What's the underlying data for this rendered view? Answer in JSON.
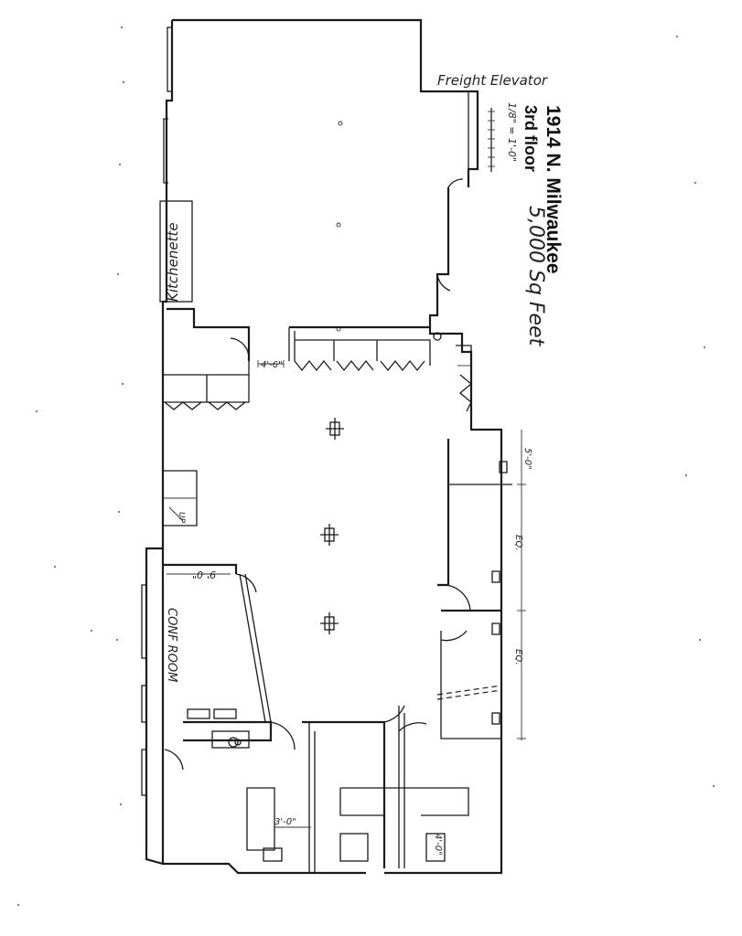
{
  "title": {
    "address": "1914 N. Milwaukee",
    "floor": "3rd floor",
    "area": "5,000 Sq Feet"
  },
  "scale": "1/8\" = 1'-0\"",
  "labels": {
    "freight_elevator": "Freight Elevator",
    "kitchenette": "Kitchenette",
    "conf_room": "CONF ROOM",
    "dim_9_0": "9'-0\"",
    "dim_4_6": "4'-6\"",
    "dim_5_0": "5'-0\"",
    "dim_3_0": "3'-0\"",
    "dim_4_0": "4'-0\"",
    "eq_1": "EQ.",
    "eq_2": "EQ.",
    "up": "UP"
  }
}
